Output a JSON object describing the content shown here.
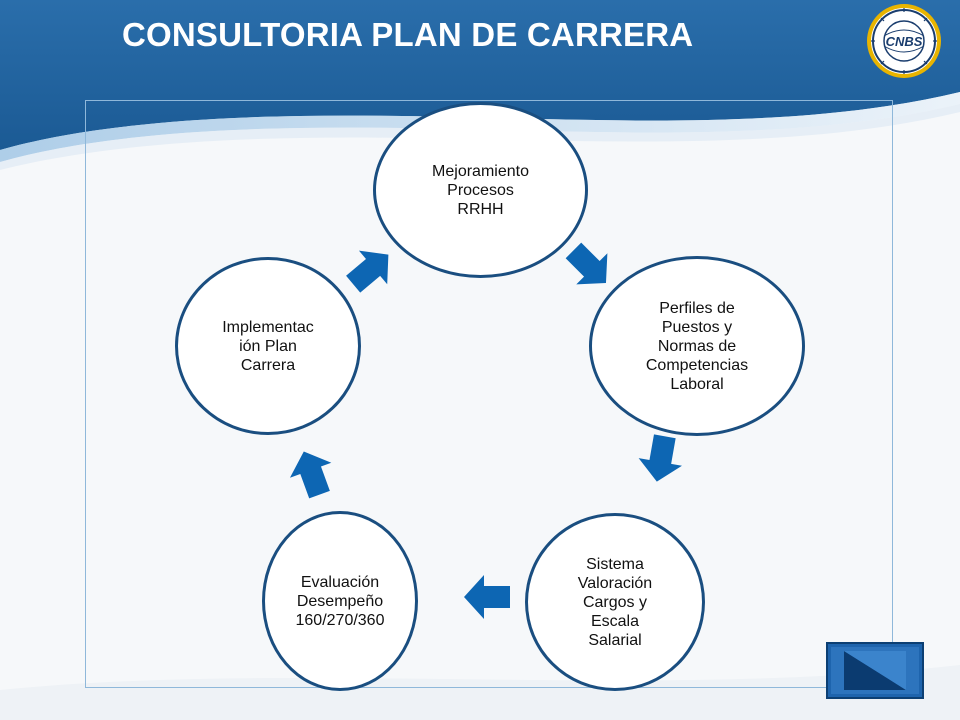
{
  "slide": {
    "title": "CONSULTORIA PLAN DE CARRERA"
  },
  "logo": {
    "text": "CNBS",
    "ring_text": "COMISION NACIONAL DE BANCOS Y SEGUROS"
  },
  "diagram": {
    "type": "cycle",
    "nodes": [
      {
        "id": "n1",
        "label": "Mejoramiento\nProcesos\nRRHH"
      },
      {
        "id": "n2",
        "label": "Perfiles de\nPuestos y\nNormas de\nCompetencias\nLaboral"
      },
      {
        "id": "n3",
        "label": "Sistema\nValoración\nCargos y\nEscala\nSalarial"
      },
      {
        "id": "n4",
        "label": "Evaluación\nDesempeño\n160/270/360"
      },
      {
        "id": "n5",
        "label": "Implementac\nión Plan\nCarrera"
      }
    ],
    "edges": [
      {
        "from": "n1",
        "to": "n2"
      },
      {
        "from": "n2",
        "to": "n3"
      },
      {
        "from": "n3",
        "to": "n4"
      },
      {
        "from": "n4",
        "to": "n5"
      },
      {
        "from": "n5",
        "to": "n1"
      }
    ]
  },
  "colors": {
    "header_dark": "#1d5f99",
    "header_light": "#3f86c5",
    "node_border": "#1a4e80",
    "arrow": "#0d66b3",
    "frame": "#8fb8da"
  },
  "nav": {
    "icon": "end-show-icon"
  }
}
